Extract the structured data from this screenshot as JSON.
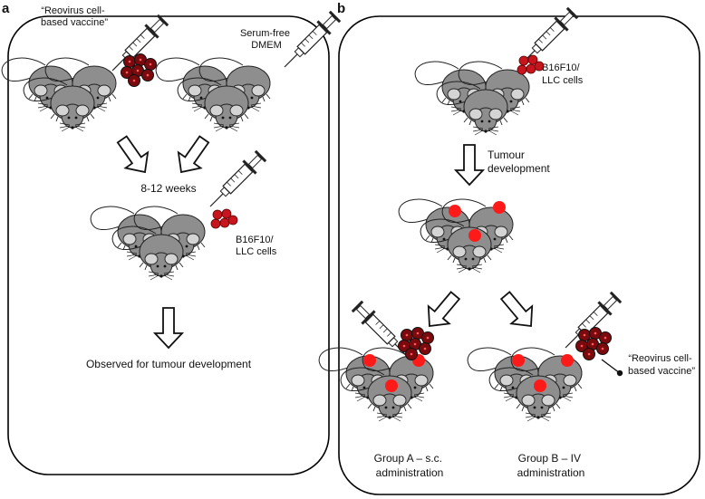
{
  "panels": {
    "a": {
      "letter": "a",
      "vaccine_label": [
        "“Reovirus cell-",
        "based vaccine”"
      ],
      "control_label": [
        "Serum-free",
        "DMEM"
      ],
      "interval_label": "8-12 weeks",
      "challenge_label": [
        "B16F10/",
        "LLC cells"
      ],
      "outcome_label": "Observed for tumour  development"
    },
    "b": {
      "letter": "b",
      "challenge_label": [
        "B16F10/",
        "LLC cells"
      ],
      "development_label": [
        "Tumour",
        "development"
      ],
      "vaccine_label": [
        "“Reovirus cell-",
        "based vaccine”"
      ],
      "group_a_label": [
        "Group A – s.c.",
        "administration"
      ],
      "group_b_label": [
        "Group B – IV",
        "administration"
      ]
    }
  },
  "colors": {
    "mouse_body": "#8e8e8e",
    "mouse_ear": "#d4d4d4",
    "tumour": "#ff1a1a",
    "cells": "#c8141c",
    "vaccine_cells": "#7a0a0e",
    "frame": "#000000"
  }
}
